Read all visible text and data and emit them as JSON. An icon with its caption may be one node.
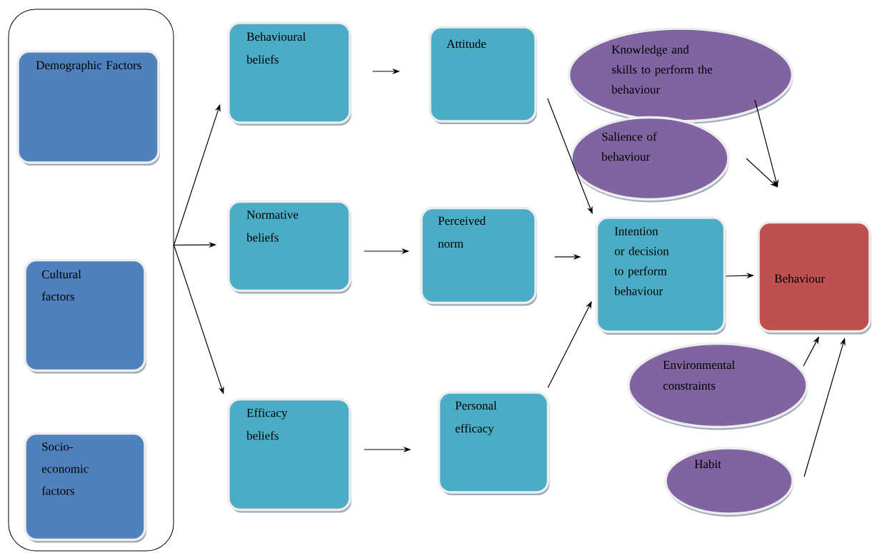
{
  "diagram": {
    "nodes": [
      {
        "text": [],
        "shape": "box"
      },
      {
        "text": [
          "Demographic Factors"
        ],
        "in": 0
      },
      {
        "text": [
          "Cultural factors"
        ],
        "in": 0
      },
      {
        "text": [
          "Socio-economic factors"
        ],
        "in": 0
      },
      {
        "text": [
          "Behavioural beliefs"
        ]
      },
      {
        "text": [
          "Normative beliefs"
        ]
      },
      {
        "text": [
          "Efficacy beliefs"
        ]
      },
      {
        "text": [
          "Attitude"
        ]
      },
      {
        "text": [
          "Perceived norm"
        ]
      },
      {
        "text": [
          "Personal efficacy"
        ]
      },
      {
        "text": [
          "Knowledge and skills to perform the behaviour"
        ]
      },
      {
        "text": [
          "Salience of behaviour"
        ]
      },
      {
        "text": [
          "Intention or decision to perform behaviour"
        ]
      },
      {
        "text": [
          "Behaviour"
        ]
      },
      {
        "text": [
          "Environmental constraints"
        ]
      },
      {
        "text": [
          "Habit"
        ]
      }
    ],
    "edges": [
      {
        "from": 0,
        "to": 4,
        "arrow": "to"
      },
      {
        "from": 0,
        "to": 5,
        "arrow": "to"
      },
      {
        "from": 0,
        "to": 6,
        "arrow": "to"
      },
      {
        "from": 4,
        "to": 7,
        "arrow": "to"
      },
      {
        "from": 5,
        "to": 8,
        "arrow": "to"
      },
      {
        "from": 6,
        "to": 9,
        "arrow": "to"
      },
      {
        "from": 7,
        "to": 12,
        "arrow": "to"
      },
      {
        "from": 8,
        "to": 12,
        "arrow": "to"
      },
      {
        "from": 9,
        "to": 12,
        "arrow": "to"
      },
      {
        "from": 12,
        "to": 13,
        "arrow": "to"
      },
      {
        "from": 10,
        "to": 13,
        "arrow": "to"
      },
      {
        "from": 11,
        "to": 13,
        "arrow": "to"
      },
      {
        "from": 14,
        "to": 13,
        "arrow": "to"
      },
      {
        "from": 15,
        "to": 13,
        "arrow": "to"
      }
    ]
  }
}
